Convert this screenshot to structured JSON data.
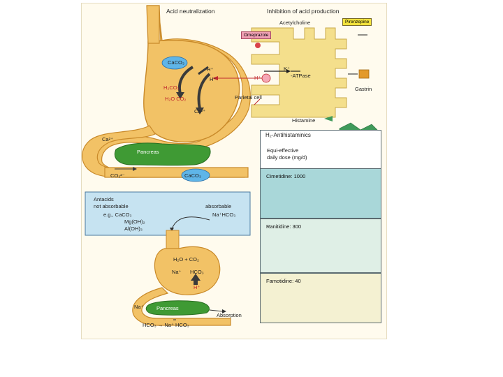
{
  "headers": {
    "acid_neutralization": "Acid neutralization",
    "inhibition": "Inhibition of acid production"
  },
  "receptors": {
    "acetylcholine": "Acetylcholine",
    "pirenzepine": "Pirenzepine",
    "omeprazole": "Omeprazole",
    "atpase_k": "K⁺",
    "atpase_label": "-ATPase",
    "atpase_h": "H⁺",
    "gastrin": "Gastrin",
    "parietal_cell": "Parietal cell",
    "histamine": "Histamine"
  },
  "stomach_top": {
    "caco3": "CaCO₃",
    "h_plus_1": "H⁺",
    "h_plus_2": "H⁺",
    "h2co3": "H₂CO₃",
    "h2o_co2": "H₂O   CO₂",
    "ca2_1": "Ca²⁺",
    "ca2_2": "Ca²⁺",
    "pancreas": "Pancreas",
    "co3": "CO₃²⁻",
    "caco3_gut": "CaCO₃"
  },
  "antacids": {
    "line1": "Antacids",
    "line2": "not absorbable",
    "absorbable": "absorbable",
    "eg": "e.g.,  CaCO₃",
    "mg": "Mg(OH)₂",
    "al": "Al(OH)₃",
    "nahco3": "Na⁺HCO₃"
  },
  "stomach_bottom": {
    "h2o_co2": "H₂O + CO₂",
    "na": "Na⁺",
    "hco3": "HCO₃",
    "h_plus": "H⁺",
    "na2": "Na⁺",
    "pancreas": "Pancreas",
    "absorption": "Absorption",
    "hco3_row": "HCO₃ → Na⁺ HCO₃"
  },
  "h2": {
    "title": "H₂-Antihistaminics",
    "subtitle1": "Equi-effective",
    "subtitle2": "daily dose (mg/d)",
    "drugs": [
      {
        "name": "Cimetidine: 1000"
      },
      {
        "name": "Ranitidine: 300"
      },
      {
        "name": "Famotidine: 40"
      }
    ]
  },
  "colors": {
    "stomach": "#f2c266",
    "stomach_stroke": "#c98a2a",
    "pancreas": "#3f9a34",
    "blue_ion": "#5fb5e8",
    "cimetidine_bg": "#a9d7d9",
    "ranitidine_bg": "#dfefe6",
    "famotidine_bg": "#f4f1d2",
    "antacid_bg": "#c6e3f1",
    "cell": "#f4df8c"
  }
}
